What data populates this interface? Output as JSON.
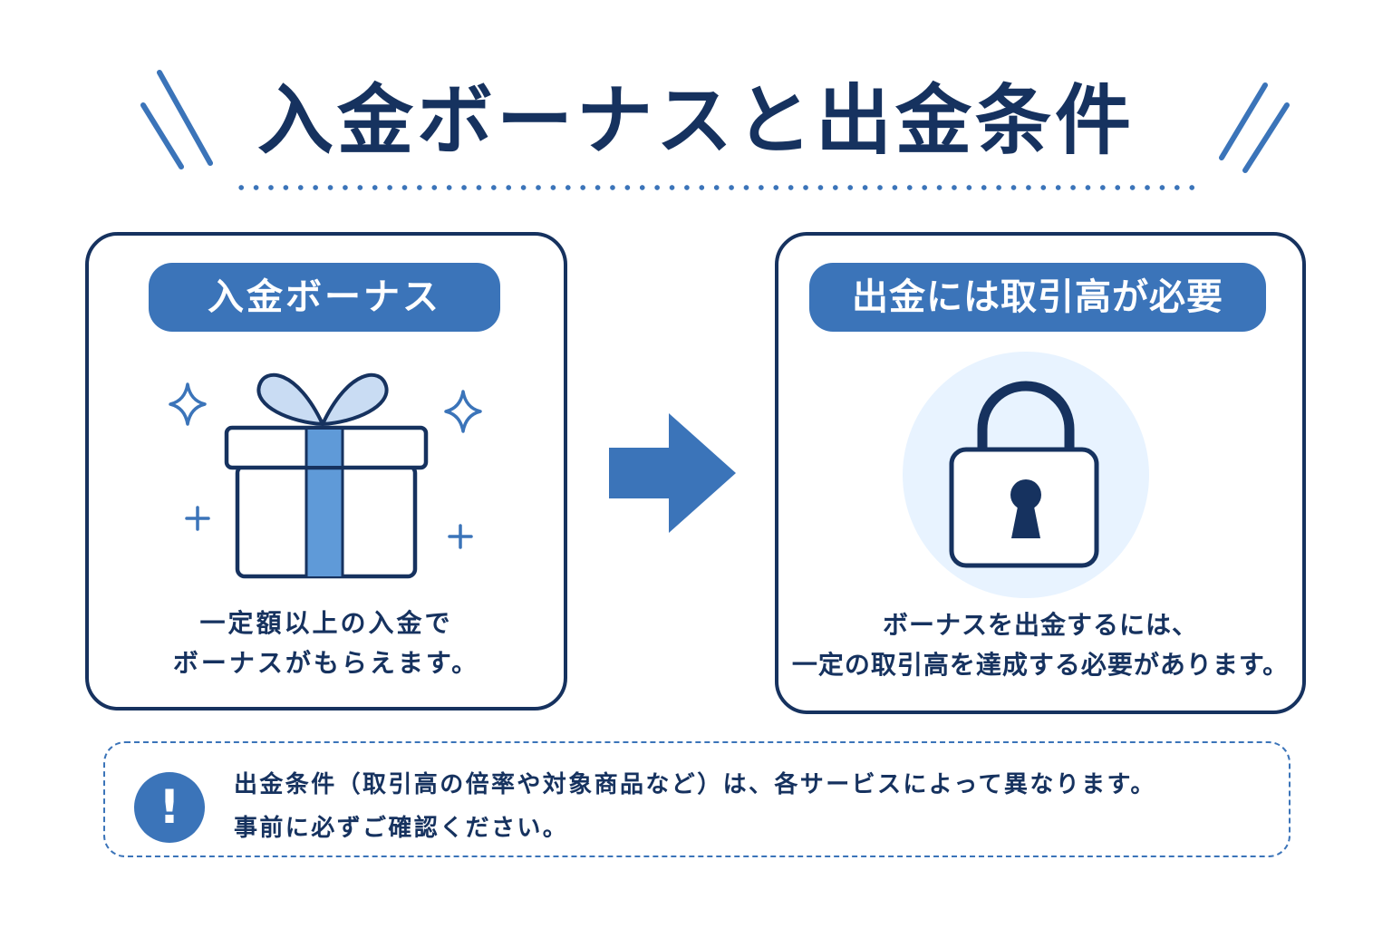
{
  "title": "入金ボーナスと出金条件",
  "left_card": {
    "label": "入金ボーナス",
    "desc_lines": [
      "一定額以上の入金で",
      "ボーナスがもらえます。"
    ]
  },
  "right_card": {
    "label": "出金には取引高が必要",
    "desc_lines": [
      "ボーナスを出金するには、",
      "一定の取引高を達成する必要があります。"
    ]
  },
  "note": {
    "icon_text": "!",
    "lines": [
      "出金条件（取引高の倍率や対象商品など）は、各サービスによって異なります。",
      "事前に必ずご確認ください。"
    ]
  },
  "icons": {
    "gift": "gift-icon",
    "lock": "lock-icon",
    "arrow": "arrow-right-icon",
    "alert": "exclamation-icon"
  },
  "colors": {
    "navy": "#16325f",
    "accent": "#3b74b9",
    "ribbon_light": "#c9dcf3",
    "ribbon_mid": "#5f9ad8",
    "lock_bg": "#e8f3ff"
  }
}
